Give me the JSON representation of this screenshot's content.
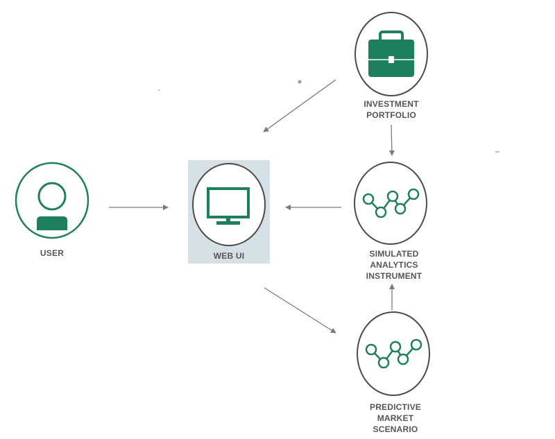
{
  "colors": {
    "accent": "#1e7f5c",
    "ring": "#4a4a4a",
    "arrow": "#7a7a7a",
    "highlight_box": "#d5e1e6"
  },
  "nodes": {
    "user": {
      "label": "USER",
      "icon": "person-icon"
    },
    "webui": {
      "label": "WEB UI",
      "icon": "monitor-icon"
    },
    "portfolio": {
      "label_lines": [
        "INVESTMENT",
        "PORTFOLIO"
      ],
      "icon": "briefcase-icon"
    },
    "analytics": {
      "label_lines": [
        "SIMULATED",
        "ANALYTICS",
        "INSTRUMENT"
      ],
      "icon": "line-chart-icon"
    },
    "scenario": {
      "label_lines": [
        "PREDICTIVE",
        "MARKET",
        "SCENARIO"
      ],
      "icon": "line-chart-icon"
    }
  },
  "edges": [
    {
      "from": "user",
      "to": "webui"
    },
    {
      "from": "portfolio",
      "to": "webui"
    },
    {
      "from": "portfolio",
      "to": "analytics"
    },
    {
      "from": "analytics",
      "to": "webui"
    },
    {
      "from": "webui",
      "to": "scenario"
    },
    {
      "from": "scenario",
      "to": "analytics"
    }
  ]
}
